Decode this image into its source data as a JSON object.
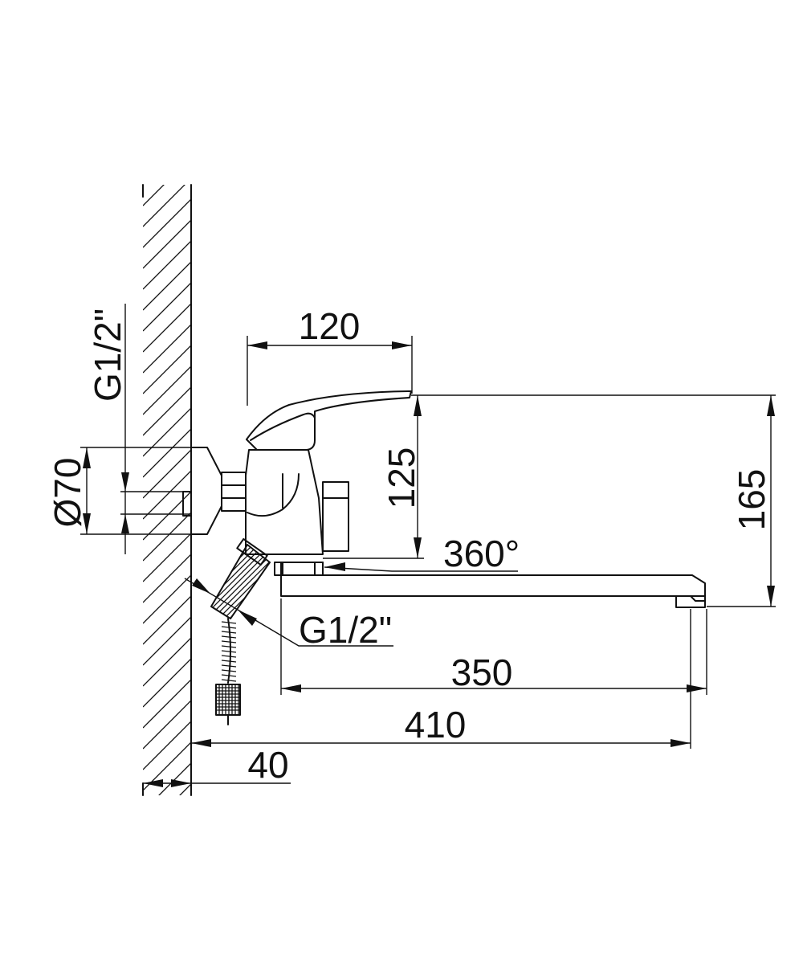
{
  "dimensions": {
    "spout_height_label": "125",
    "lever_length_label": "120",
    "total_height_label": "165",
    "spout_length_label": "350",
    "total_length_label": "410",
    "wall_offset_label": "40",
    "rotation_label": "360°",
    "flange_diameter_label": "Ø70",
    "inlet_thread_label": "G1/2\"",
    "outlet_thread_label": "G1/2\""
  }
}
